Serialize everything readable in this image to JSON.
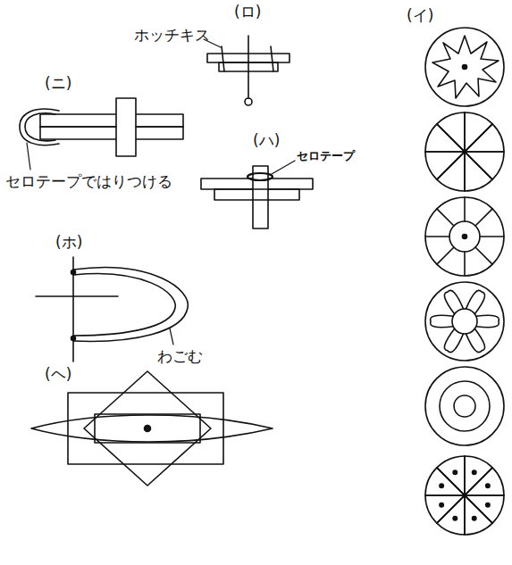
{
  "diagram": {
    "labels": [
      "(ロ)",
      "ホッチキス",
      "(イ)",
      "(ニ)",
      "(ハ)",
      "セロテープ",
      "セロテープではりつける",
      "(ホ)",
      "わごむ",
      "(ヘ)"
    ]
  }
}
